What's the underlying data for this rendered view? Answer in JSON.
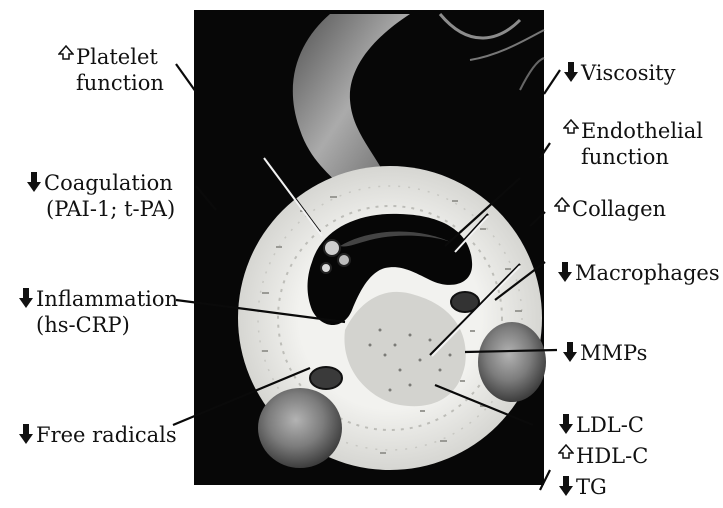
{
  "colors": {
    "background": "#ffffff",
    "panel": "#070707",
    "vessel_wall": "#e9e9e6",
    "plaque": "#c8c8c4",
    "blood_cell": "#8a8a8a",
    "text": "#111111"
  },
  "labels": [
    {
      "id": "platelet",
      "direction": "up",
      "line1": "Platelet",
      "line2": "function"
    },
    {
      "id": "coagulation",
      "direction": "down",
      "line1": "Coagulation",
      "line2": "(PAI-1; t-PA)"
    },
    {
      "id": "inflammation",
      "direction": "down",
      "line1": "Inflammation",
      "line2": "(hs-CRP)"
    },
    {
      "id": "free-radicals",
      "direction": "down",
      "line1": "Free radicals",
      "line2": ""
    },
    {
      "id": "viscosity",
      "direction": "down",
      "line1": "Viscosity",
      "line2": ""
    },
    {
      "id": "endothelial",
      "direction": "up",
      "line1": "Endothelial",
      "line2": "function"
    },
    {
      "id": "collagen",
      "direction": "up",
      "line1": "Collagen",
      "line2": ""
    },
    {
      "id": "macrophages",
      "direction": "down",
      "line1": "Macrophages",
      "line2": ""
    },
    {
      "id": "mmps",
      "direction": "down",
      "line1": "MMPs",
      "line2": ""
    },
    {
      "id": "ldl",
      "direction": "down",
      "line1": "LDL-C",
      "line2": ""
    },
    {
      "id": "hdl",
      "direction": "up",
      "line1": "HDL-C",
      "line2": ""
    },
    {
      "id": "tg",
      "direction": "down",
      "line1": "TG",
      "line2": ""
    }
  ]
}
